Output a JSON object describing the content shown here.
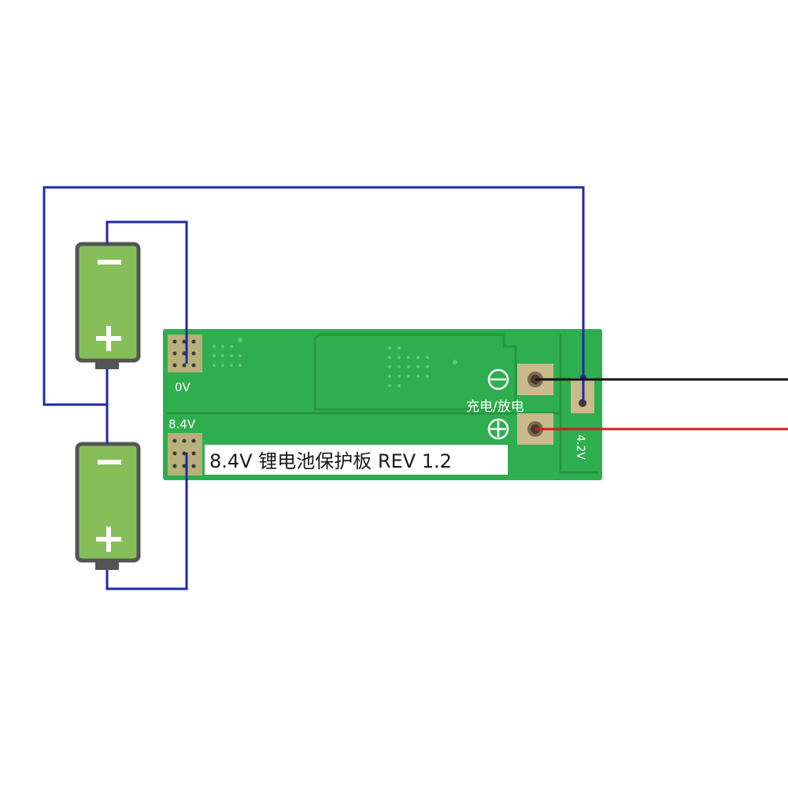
{
  "board": {
    "label_0v": "0V",
    "label_84v": "8.4V",
    "title": "8.4V 锂电池保护板 REV 1.2",
    "charge_discharge": "充电/放电",
    "label_42v": "4.2V",
    "minus_symbol": "−",
    "plus_symbol": "+"
  },
  "batteries": [
    {
      "minus": "−",
      "plus": "+"
    },
    {
      "minus": "−",
      "plus": "+"
    }
  ],
  "colors": {
    "board": "#2fae4f",
    "board_dark": "#24963f",
    "battery": "#86bf5a",
    "battery_border": "#555555",
    "wire_blue": "#1e2aa8",
    "wire_black": "#111111",
    "wire_red": "#d02020"
  }
}
